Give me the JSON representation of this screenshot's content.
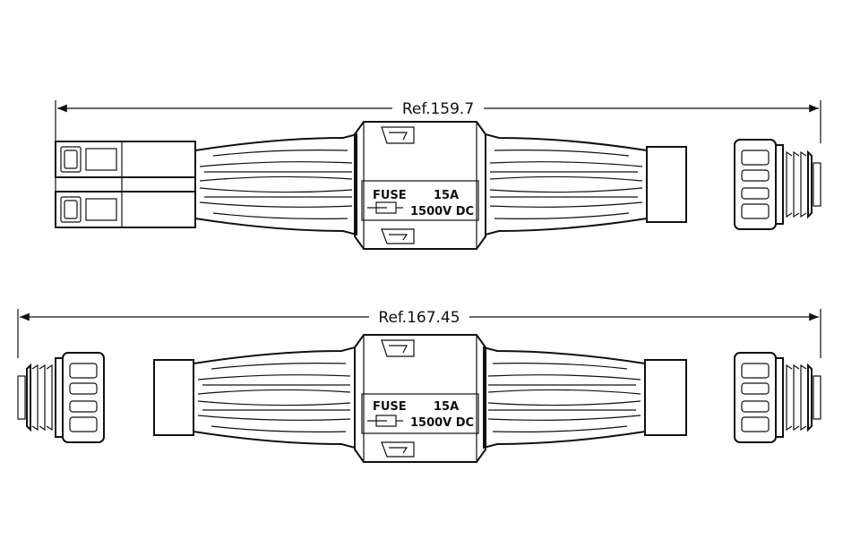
{
  "top_assembly": {
    "dimension": "Ref.159.7",
    "fuse_label": "FUSE",
    "current_rating": "15A",
    "voltage_rating": "1500V DC"
  },
  "bottom_assembly": {
    "dimension": "Ref.167.45",
    "fuse_label": "FUSE",
    "current_rating": "15A",
    "voltage_rating": "1500V DC"
  },
  "colors": {
    "line": "#111111",
    "background": "#ffffff"
  }
}
